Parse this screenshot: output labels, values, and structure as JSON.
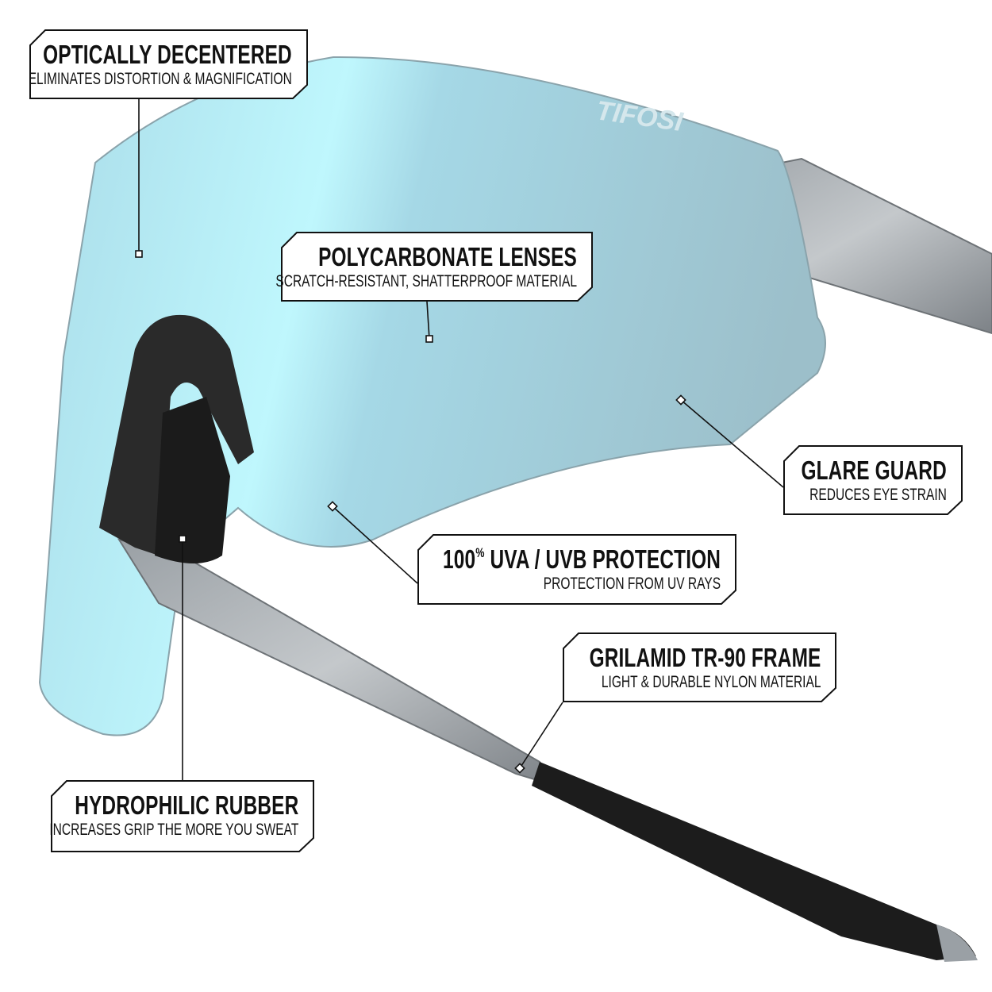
{
  "brand_logo": "TIFOSI",
  "colors": {
    "lens_light": "#b6f2fb",
    "lens_dark": "#9fc3cf",
    "frame": "#8a8f94",
    "rubber": "#1a1a1a",
    "outline": "#111111"
  },
  "callouts": [
    {
      "title": "OPTICALLY DECENTERED",
      "subtitle": "ELIMINATES DISTORTION & MAGNIFICATION"
    },
    {
      "title": "POLYCARBONATE LENSES",
      "subtitle": "SCRATCH-RESISTANT, SHATTERPROOF MATERIAL"
    },
    {
      "title": "GLARE GUARD",
      "subtitle": "REDUCES EYE STRAIN"
    },
    {
      "title_num": "100",
      "title_sup": "%",
      "title": " UVA / UVB PROTECTION",
      "subtitle": "PROTECTION FROM UV RAYS"
    },
    {
      "title": "GRILAMID TR-90 FRAME",
      "subtitle": "LIGHT & DURABLE NYLON MATERIAL"
    },
    {
      "title": "HYDROPHILIC RUBBER",
      "subtitle": "INCREASES GRIP THE MORE YOU SWEAT"
    }
  ]
}
